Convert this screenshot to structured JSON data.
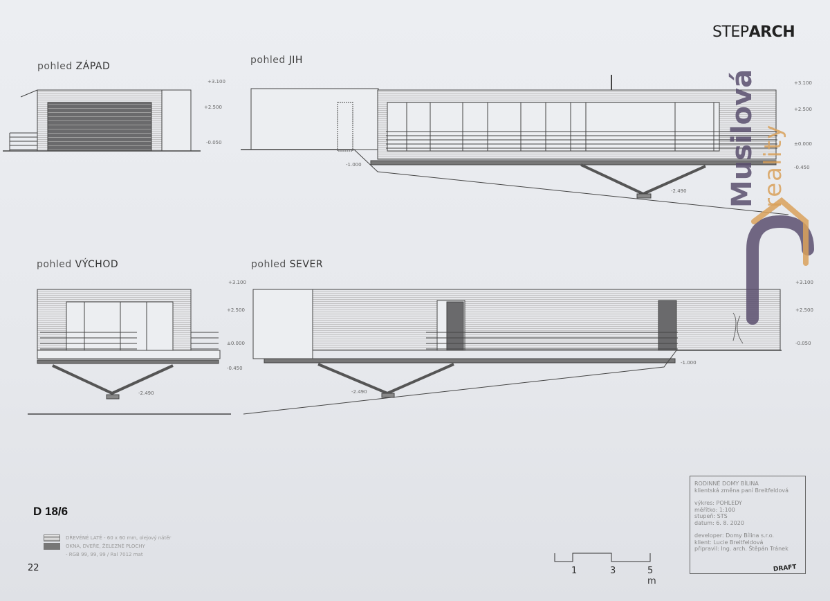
{
  "logo": {
    "part1": "STEP",
    "part2": "ARCH"
  },
  "watermark": {
    "name": "Musilová",
    "sub": "reality"
  },
  "views": {
    "west": {
      "prefix": "pohled ",
      "name": "ZÁPAD"
    },
    "south": {
      "prefix": "pohled ",
      "name": "JIH"
    },
    "east": {
      "prefix": "pohled ",
      "name": "VÝCHOD"
    },
    "north": {
      "prefix": "pohled ",
      "name": "SEVER"
    }
  },
  "levels": {
    "l3100": "+3.100",
    "l2500": "+2.500",
    "l0000": "±0.000",
    "l0450": "-0.450",
    "l0050": "-0.050",
    "l1000": "-1.000",
    "l2490": "-2.490"
  },
  "drawing_code": "D 18/6",
  "page_number": "22",
  "legend": [
    {
      "text": "DŘEVĚNÉ LATĚ - 60 x 60 mm, olejový nátěr"
    },
    {
      "text": "OKNA, DVEŘE, ŽELEZNÉ PLOCHY"
    },
    {
      "text": "- RGB 99, 99, 99 / Ral 7012 mat"
    }
  ],
  "title_block": {
    "project": "RODINNÉ DOMY BÍLINA",
    "subtitle": "klientská změna paní Breitfeldová",
    "drawing": "výkres: POHLEDY",
    "scale": "měřítko: 1:100",
    "stage": "stupeň: STS",
    "date": "datum: 6. 8. 2020",
    "developer": "developer: Domy Bílina s.r.o.",
    "client": "klient: Lucie Breitfeldová",
    "prepared": "připravil: Ing. arch. Štěpán Tránek",
    "stamp": "DRAFT"
  },
  "scale_bar": {
    "labels": [
      "1",
      "3",
      "5 m"
    ]
  }
}
